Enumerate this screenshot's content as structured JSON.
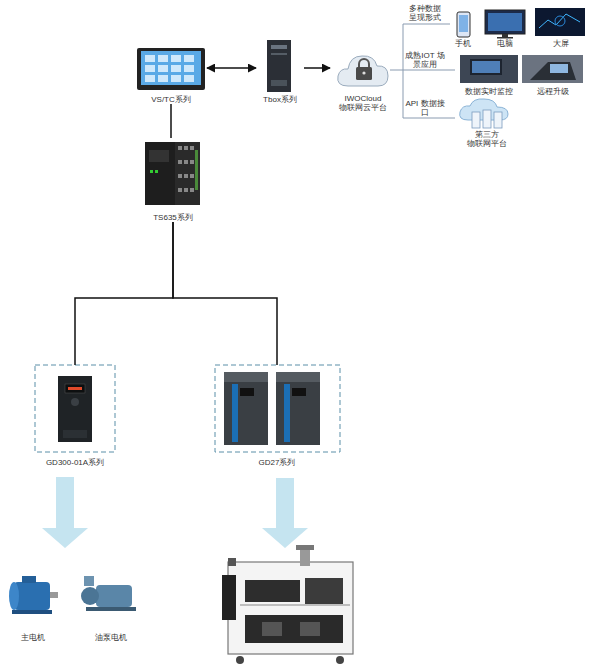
{
  "diagram": {
    "nodes": [
      {
        "text": [
          "VS/TC系列"
        ]
      },
      {
        "text": [
          "Tbox系列"
        ]
      },
      {
        "text": [
          "IWOCloud 物联网云平台"
        ]
      },
      {
        "text": [
          "手机"
        ]
      },
      {
        "text": [
          "电脑"
        ]
      },
      {
        "text": [
          "大屏"
        ]
      },
      {
        "text": [
          "数据实时监控"
        ]
      },
      {
        "text": [
          "远程升级"
        ]
      },
      {
        "text": [
          "第三方 物联网平台"
        ]
      },
      {
        "text": [
          "TS635系列"
        ]
      },
      {
        "text": [
          "GD300-01A系列"
        ]
      },
      {
        "text": [
          "GD27系列"
        ]
      },
      {
        "text": [
          "主电机"
        ]
      },
      {
        "text": [
          "油泵电机"
        ]
      }
    ],
    "edges": [
      {
        "from": 0,
        "to": 1,
        "arrow": "both"
      },
      {
        "from": 1,
        "to": 2,
        "arrow": "to"
      },
      {
        "from": 0,
        "to": 9,
        "arrow": "none"
      },
      {
        "from": 9,
        "to": 10,
        "arrow": "none"
      },
      {
        "from": 9,
        "to": 11,
        "arrow": "none"
      },
      {
        "from": 10,
        "to": 12,
        "arrow": "to"
      }
    ],
    "labels": [
      "多种数据 呈现形式",
      "成熟IOT 场景应用",
      "API 数据接口"
    ]
  }
}
